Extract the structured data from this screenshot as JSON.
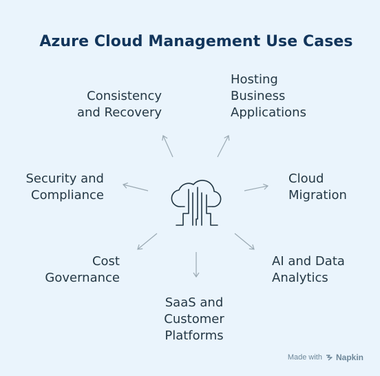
{
  "title": "Azure Cloud Management Use Cases",
  "nodes": {
    "consistency": {
      "line1": "Consistency",
      "line2": "and Recovery"
    },
    "hosting": {
      "line1": "Hosting",
      "line2": "Business",
      "line3": "Applications"
    },
    "security": {
      "line1": "Security and",
      "line2": "Compliance"
    },
    "cloud_migration": {
      "line1": "Cloud",
      "line2": "Migration"
    },
    "cost": {
      "line1": "Cost",
      "line2": "Governance"
    },
    "ai": {
      "line1": "AI and Data",
      "line2": "Analytics"
    },
    "saas": {
      "line1": "SaaS and",
      "line2": "Customer",
      "line3": "Platforms"
    }
  },
  "center_icon": "cloud-circuit-icon",
  "footer": {
    "made_with": "Made with",
    "brand": "Napkin"
  },
  "colors": {
    "background": "#EAF4FC",
    "title": "#12355B",
    "text": "#243845",
    "arrow": "#9AA9B3",
    "icon": "#1F3442"
  }
}
